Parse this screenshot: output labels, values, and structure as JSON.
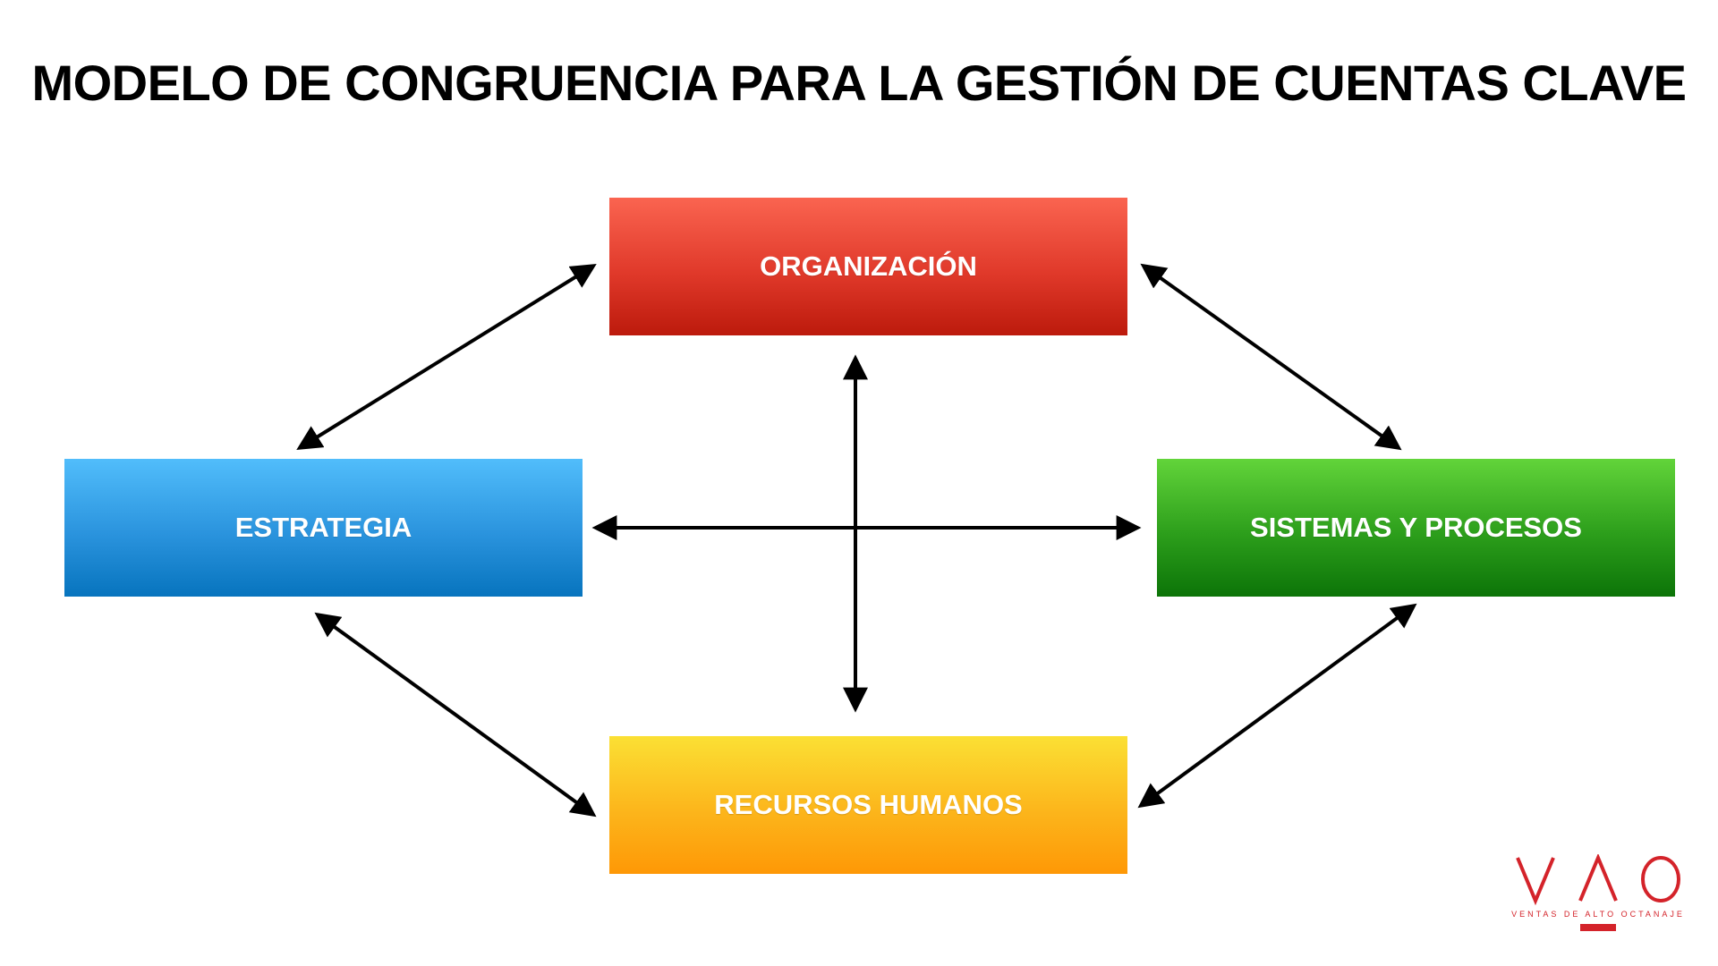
{
  "title": "MODELO DE CONGRUENCIA PARA LA GESTIÓN DE CUENTAS CLAVE",
  "nodes": {
    "organizacion": "ORGANIZACIÓN",
    "estrategia": "ESTRATEGIA",
    "sistemas": "SISTEMAS Y PROCESOS",
    "recursos": "RECURSOS HUMANOS"
  },
  "connections": [
    {
      "from": "ORGANIZACIÓN",
      "to": "ESTRATEGIA",
      "bidirectional": true
    },
    {
      "from": "ORGANIZACIÓN",
      "to": "SISTEMAS Y PROCESOS",
      "bidirectional": true
    },
    {
      "from": "ESTRATEGIA",
      "to": "RECURSOS HUMANOS",
      "bidirectional": true
    },
    {
      "from": "SISTEMAS Y PROCESOS",
      "to": "RECURSOS HUMANOS",
      "bidirectional": true
    },
    {
      "from": "ORGANIZACIÓN",
      "to": "RECURSOS HUMANOS",
      "bidirectional": true
    },
    {
      "from": "ESTRATEGIA",
      "to": "SISTEMAS Y PROCESOS",
      "bidirectional": true
    }
  ],
  "colors": {
    "organizacion": "#e0392a",
    "estrategia": "#2a93dd",
    "sistemas": "#2c9e1b",
    "recursos": "#fcb51b",
    "arrow": "#000000",
    "brand": "#d4232a"
  },
  "logo": {
    "mark": "VAO",
    "tagline": "VENTAS DE ALTO OCTANAJE"
  }
}
